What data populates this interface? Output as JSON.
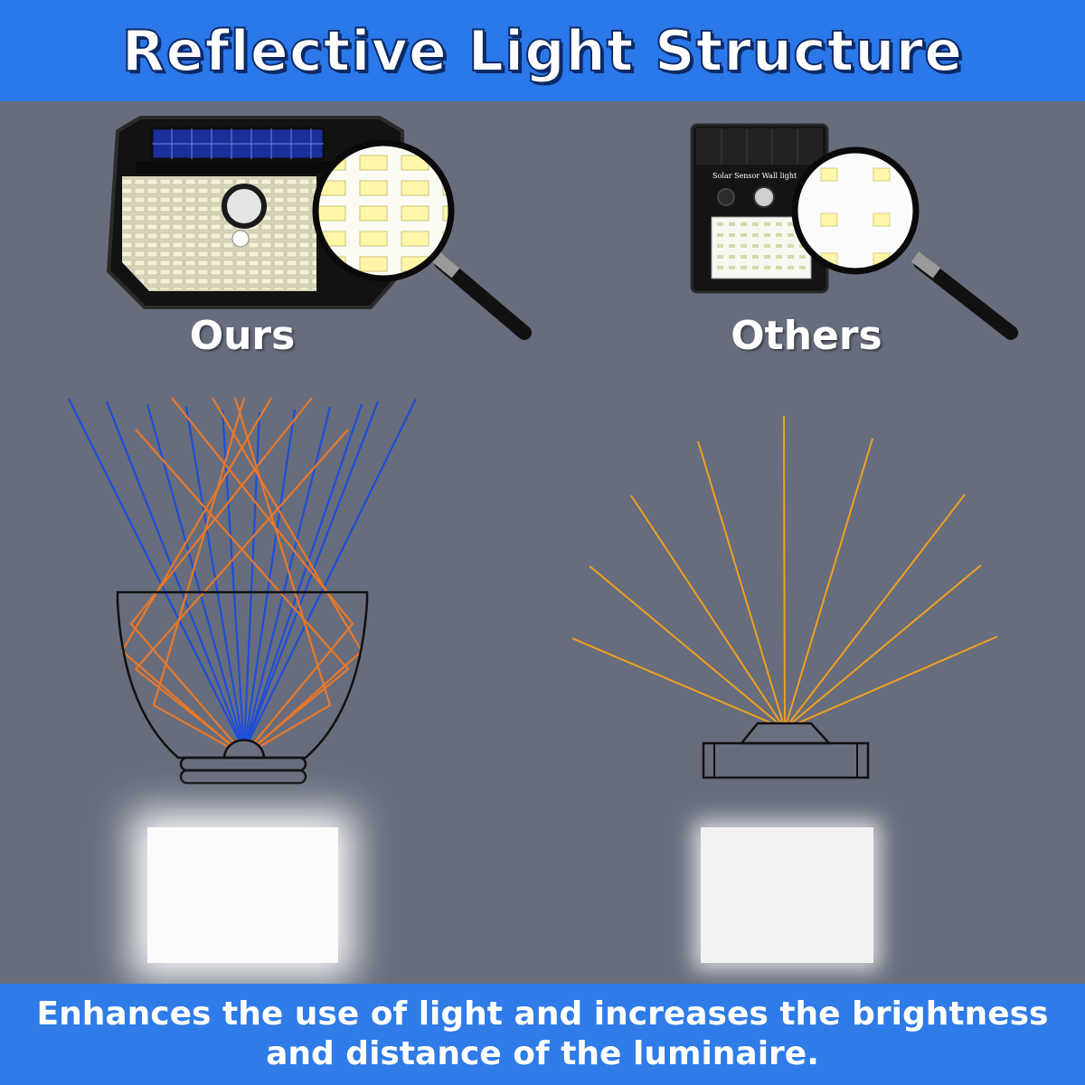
{
  "header": {
    "title": "Reflective Light Structure"
  },
  "comparison": {
    "left_label": "Ours",
    "right_label": "Others",
    "other_product_text": "Solar Sensor Wall light"
  },
  "footer": {
    "line1": "Enhances the use of light and increases the brightness",
    "line2": "and distance of the luminaire."
  },
  "colors": {
    "header_bg": "#2a78ea",
    "panel_bg": "#676d7c",
    "blue_ray": "#1f4fd8",
    "orange_ray": "#e8782a",
    "yellow_ray": "#f0a020"
  },
  "icons": [
    "magnifier-icon",
    "solar-panel-icon",
    "led-icon"
  ]
}
